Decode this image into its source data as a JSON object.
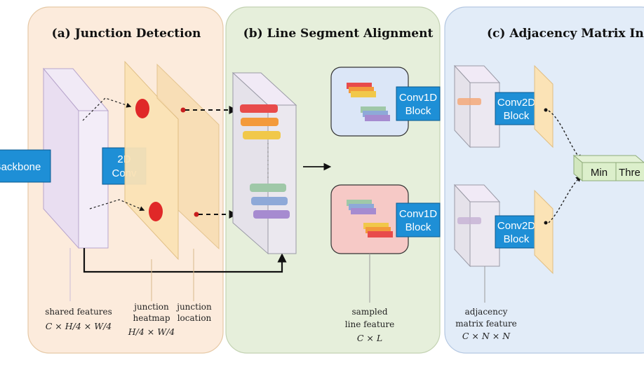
{
  "panels": {
    "a_title": "(a) Junction Detection",
    "b_title": "(b) Line Segment Alignment",
    "c_title": "(c) Adjacency Matrix Infere"
  },
  "blocks": {
    "backbone": "Backbone",
    "conv2d_small_1": "2D",
    "conv2d_small_2": "Conv",
    "conv1d_line1": "Conv1D",
    "conv1d_line2": "Block",
    "conv2d_line1": "Conv2D",
    "conv2d_line2": "Block",
    "min": "Min",
    "thresh": "Thre"
  },
  "captions": {
    "shared_features": "shared features",
    "shared_math": "C × H/4 × W/4",
    "junction_heatmap_1": "junction",
    "junction_heatmap_2": "heatmap",
    "heatmap_math": "H/4 × W/4",
    "junction_location_1": "junction",
    "junction_location_2": "location",
    "sampled_1": "sampled",
    "sampled_2": "line feature",
    "sampled_math": "C × L",
    "adjacency_1": "adjacency",
    "adjacency_2": "matrix feature",
    "adjacency_math": "C × N × N"
  },
  "colors": {
    "panel_a": "#fcebdc",
    "panel_b": "#e6efdb",
    "panel_c": "#e2ecf8",
    "block_blue": "#1e8fd6",
    "junction_red": "#e02828",
    "orange_plane": "#fbe3b6",
    "purple_plane": "#ece4f3"
  }
}
